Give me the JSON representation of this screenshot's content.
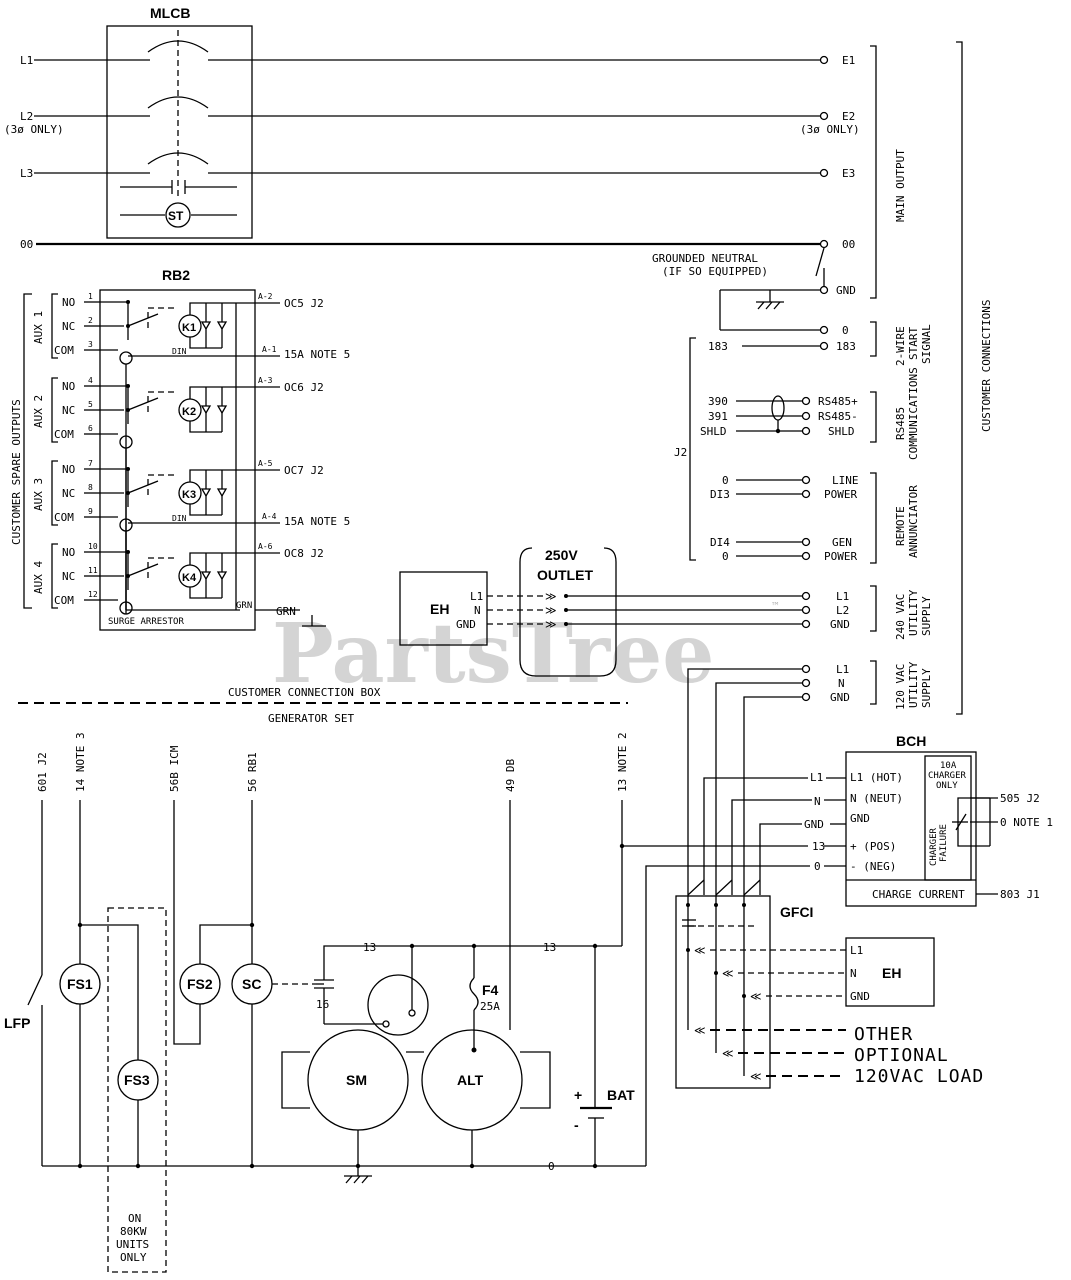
{
  "watermark": {
    "text": "PartsTree",
    "tm": "™"
  },
  "mlcb": {
    "title": "MLCB",
    "st": "ST"
  },
  "main_lines": [
    {
      "in": "L1",
      "out": "E1"
    },
    {
      "in": "L2",
      "in_note": "(3ø ONLY)",
      "out": "E2",
      "out_note": "(3ø ONLY)"
    },
    {
      "in": "L3",
      "out": "E3"
    },
    {
      "in": "00",
      "out": "00"
    }
  ],
  "neutral": {
    "label1": "GROUNDED NEUTRAL",
    "label2": "(IF SO EQUIPPED)",
    "gnd": "GND"
  },
  "rb2": {
    "title": "RB2",
    "surge": "SURGE ARRESTOR",
    "grn": "GRN",
    "grn_out": "GRN",
    "din": "DIN",
    "din2": "DIN",
    "contacts": [
      {
        "aux": "AUX 1",
        "pins": [
          "1",
          "2",
          "3"
        ],
        "coil": "K1",
        "out_a": "A-2",
        "out_label": "OC5 J2",
        "mid_a": "A-1",
        "mid_label": "15A NOTE 5"
      },
      {
        "aux": "AUX 2",
        "pins": [
          "4",
          "5",
          "6"
        ],
        "coil": "K2",
        "out_a": "A-3",
        "out_label": "OC6 J2"
      },
      {
        "aux": "AUX 3",
        "pins": [
          "7",
          "8",
          "9"
        ],
        "coil": "K3",
        "out_a": "A-5",
        "out_label": "OC7 J2",
        "mid_a": "A-4",
        "mid_label": "15A NOTE 5"
      },
      {
        "aux": "AUX 4",
        "pins": [
          "10",
          "11",
          "12"
        ],
        "coil": "K4",
        "out_a": "A-6",
        "out_label": "OC8 J2"
      }
    ],
    "contact_labels": [
      "NO",
      "NC",
      "COM"
    ],
    "side_label": "CUSTOMER SPARE OUTPUTS"
  },
  "customer_connections": "CUSTOMER CONNECTIONS",
  "groups": {
    "main_output": "MAIN OUTPUT",
    "start_signal": [
      "2-WIRE",
      "START",
      "SIGNAL"
    ],
    "rs485": [
      "RS485",
      "COMMUNICATIONS"
    ],
    "remote": [
      "REMOTE",
      "ANNUNCIATOR"
    ],
    "supply240": [
      "240 VAC",
      "UTILITY",
      "SUPPLY"
    ],
    "supply120": [
      "120 VAC",
      "UTILITY",
      "SUPPLY"
    ]
  },
  "j2": {
    "label": "J2",
    "start": [
      {
        "left": "",
        "right": "0"
      },
      {
        "left": "183",
        "right": "183"
      }
    ],
    "rs485": [
      {
        "left": "390",
        "right": "RS485+"
      },
      {
        "left": "391",
        "right": "RS485-"
      },
      {
        "left": "SHLD",
        "right": "SHLD"
      }
    ],
    "remote": [
      {
        "left": "0",
        "right": "LINE"
      },
      {
        "left": "DI3",
        "right": "POWER"
      },
      {
        "left": "DI4",
        "right": "GEN"
      },
      {
        "left": "0",
        "right": "POWER"
      }
    ]
  },
  "outlet": {
    "title1": "250V",
    "title2": "OUTLET",
    "eh": "EH",
    "pins": [
      "L1",
      "N",
      "GND"
    ]
  },
  "supply240": [
    "L1",
    "L2",
    "GND"
  ],
  "supply120": [
    "L1",
    "N",
    "GND"
  ],
  "box_labels": {
    "top": "CUSTOMER CONNECTION BOX",
    "bottom": "GENERATOR SET"
  },
  "wires_top": [
    "601 J2",
    "14 NOTE 3",
    "56B ICM",
    "56 RB1",
    "49 DB",
    "13 NOTE 2"
  ],
  "bch": {
    "title": "BCH",
    "rows": [
      "L1 (HOT)",
      "N (NEUT)",
      "GND",
      "+ (POS)",
      "- (NEG)"
    ],
    "wires": [
      "L1",
      "N",
      "GND",
      "13",
      "0"
    ],
    "charger": [
      "10A",
      "CHARGER",
      "ONLY"
    ],
    "failure": [
      "CHARGER",
      "FAILURE"
    ],
    "right1": "505 J2",
    "right2": "0 NOTE 1",
    "current": "CHARGE CURRENT",
    "current_out": "803 J1"
  },
  "gfci": {
    "title": "GFCI",
    "eh": "EH",
    "pins": [
      "L1",
      "N",
      "GND"
    ],
    "loads": [
      "OTHER",
      "OPTIONAL",
      "120VAC LOAD"
    ]
  },
  "gen": {
    "lfp": "LFP",
    "fs1": "FS1",
    "fs2": "FS2",
    "fs3": "FS3",
    "sc": "SC",
    "sm": "SM",
    "alt": "ALT",
    "bat": "BAT",
    "f4": "F4",
    "f4_rating": "25A",
    "w13a": "13",
    "w13b": "13",
    "w16": "16",
    "w0": "0",
    "plus": "+",
    "minus": "-",
    "note": [
      "ON",
      "80KW",
      "UNITS",
      "ONLY"
    ]
  }
}
